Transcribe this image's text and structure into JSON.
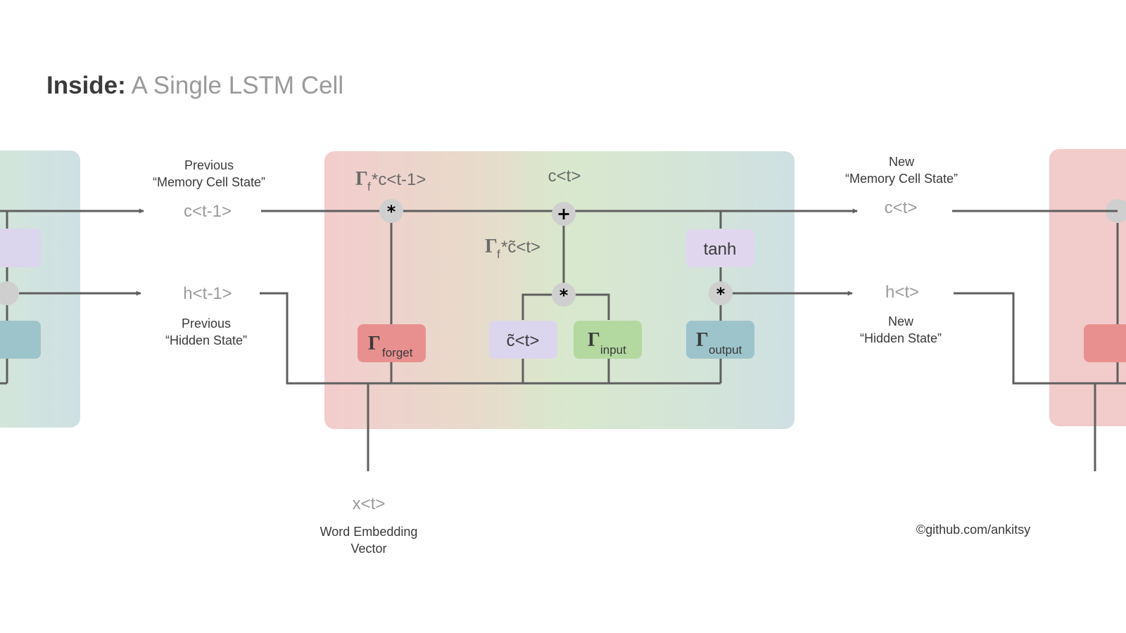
{
  "title": {
    "strong": "Inside:",
    "rest": " A Single LSTM Cell"
  },
  "labels": {
    "prev_memory_caption_1": "Previous",
    "prev_memory_caption_2": "“Memory Cell  State”",
    "c_prev": "c<t-1>",
    "h_prev": "h<t-1>",
    "prev_hidden_caption_1": "Previous",
    "prev_hidden_caption_2": "“Hidden State”",
    "forget_product_gamma": "Γ",
    "forget_product_sub": "f",
    "forget_product_rest": "*c<t-1>",
    "c_t_top": "c<t>",
    "input_product_gamma": "Γ",
    "input_product_sub": "f",
    "input_product_rest": "*c̃<t>",
    "new_memory_caption_1": "New",
    "new_memory_caption_2": "“Memory Cell  State”",
    "c_t_out": "c<t>",
    "h_t_out": "h<t>",
    "new_hidden_caption_1": "New",
    "new_hidden_caption_2": "“Hidden State”",
    "x_t": "x<t>",
    "input_caption_1": "Word Embedding",
    "input_caption_2": "Vector",
    "credit": "©github.com/ankitsy"
  },
  "gates": {
    "forget": {
      "gamma": "Γ",
      "sub": "forget"
    },
    "candidate": {
      "text": "c̃<t>"
    },
    "input": {
      "gamma": "Γ",
      "sub": "input"
    },
    "output": {
      "gamma": "Γ",
      "sub": "output"
    },
    "tanh": {
      "text": "tanh"
    }
  },
  "operators": {
    "multiply": "*",
    "add": "+"
  },
  "colors": {
    "cell_gradient": [
      "#f2cccc",
      "#dde8cf",
      "#d0e2cb",
      "#cfe0e2"
    ],
    "forget_gate": "#e8908f",
    "candidate_gate": "#dcd5ee",
    "input_gate": "#b3d9a1",
    "output_gate": "#9dc4ca",
    "tanh_box": "#e0d7ef",
    "line": "#5f5f5f",
    "operator_circle": "#cfcfcf"
  }
}
